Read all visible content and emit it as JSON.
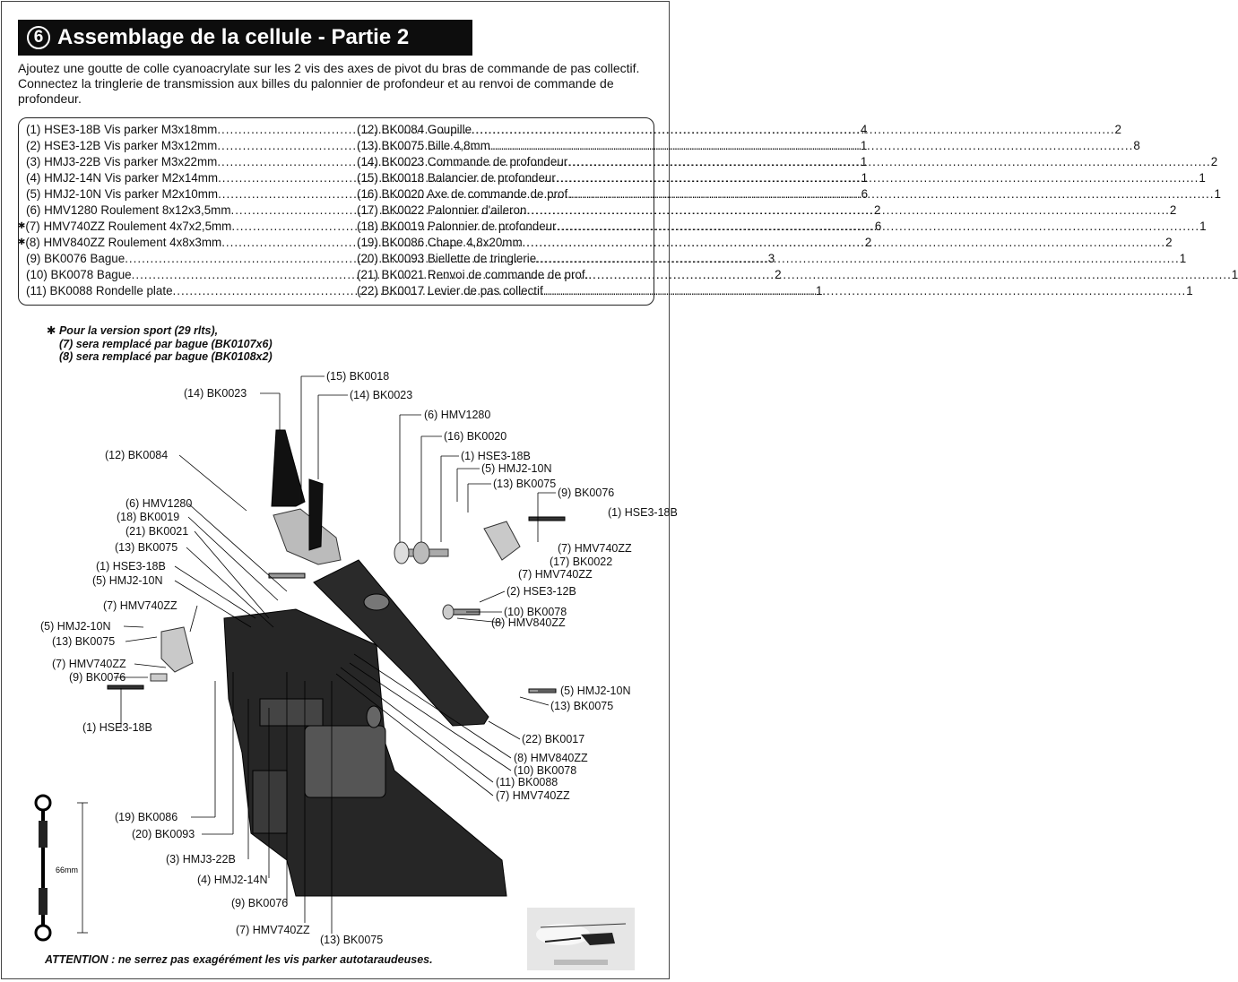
{
  "header": {
    "number": "6",
    "title": "Assemblage de la cellule - Partie 2"
  },
  "intro": "Ajoutez une goutte de colle cyanoacrylate sur les 2 vis des axes de pivot du bras de commande de pas collectif. Connectez la tringlerie de transmission aux billes du palonnier de profondeur et au renvoi de commande de profondeur.",
  "parts_left": [
    {
      "label": "(1) HSE3-18B Vis parker M3x18mm",
      "qty": "4",
      "star": false
    },
    {
      "label": "(2) HSE3-12B Vis parker M3x12mm",
      "qty": "1",
      "star": false
    },
    {
      "label": "(3) HMJ3-22B Vis parker M3x22mm",
      "qty": "1",
      "star": false
    },
    {
      "label": "(4) HMJ2-14N Vis parker M2x14mm",
      "qty": "1",
      "star": false
    },
    {
      "label": "(5) HMJ2-10N Vis parker M2x10mm",
      "qty": "6",
      "star": false
    },
    {
      "label": "(6) HMV1280 Roulement 8x12x3,5mm",
      "qty": "2",
      "star": false
    },
    {
      "label": "(7) HMV740ZZ Roulement 4x7x2,5mm",
      "qty": "6",
      "star": true
    },
    {
      "label": "(8) HMV840ZZ Roulement 4x8x3mm",
      "qty": "2",
      "star": true
    },
    {
      "label": "(9) BK0076 Bague",
      "qty": "3",
      "star": false
    },
    {
      "label": "(10) BK0078 Bague",
      "qty": "2",
      "star": false
    },
    {
      "label": "(11) BK0088 Rondelle plate",
      "qty": "1",
      "star": false
    }
  ],
  "parts_right": [
    {
      "label": "(12) BK0084 Goupille",
      "qty": "2"
    },
    {
      "label": "(13) BK0075 Bille 4,8mm",
      "qty": "8"
    },
    {
      "label": "(14) BK0023 Commande de profondeur",
      "qty": "2"
    },
    {
      "label": "(15) BK0018 Balancier de profondeur",
      "qty": "1"
    },
    {
      "label": "(16) BK0020 Axe de commande de prof.",
      "qty": "1"
    },
    {
      "label": "(17) BK0022 Palonnier d'aileron",
      "qty": "2"
    },
    {
      "label": "(18) BK0019 Palonnier de profondeur",
      "qty": "1"
    },
    {
      "label": "(19) BK0086 Chape 4,8x20mm",
      "qty": "2"
    },
    {
      "label": "(20) BK0093 Biellette de tringlerie",
      "qty": "1"
    },
    {
      "label": "(21) BK0021 Renvoi de commande de prof.",
      "qty": "1"
    },
    {
      "label": "(22) BK0017 Levier de pas collectif",
      "qty": "1"
    }
  ],
  "note": {
    "line1": "Pour la version sport (29 rlts),",
    "line2": "(7) sera remplacé par bague (BK0107x6)",
    "line3": "(8) sera remplacé par bague (BK0108x2)"
  },
  "callouts": [
    "(14) BK0023",
    "(15) BK0018",
    "(14) BK0023",
    "(12) BK0084",
    "(6) HMV1280",
    "(18) BK0019",
    "(21) BK0021",
    "(13) BK0075",
    "(1) HSE3-18B",
    "(5) HMJ2-10N",
    "(7) HMV740ZZ",
    "(5) HMJ2-10N",
    "(13) BK0075",
    "(7) HMV740ZZ",
    "(9) BK0076",
    "(1) HSE3-18B",
    "(6) HMV1280",
    "(16) BK0020",
    "(1) HSE3-18B",
    "(5) HMJ2-10N",
    "(13) BK0075",
    "(9) BK0076",
    "(1) HSE3-18B",
    "(7) HMV740ZZ",
    "(17) BK0022",
    "(7) HMV740ZZ",
    "(2) HSE3-12B",
    "(10) BK0078",
    "(8) HMV840ZZ",
    "(5) HMJ2-10N",
    "(13) BK0075",
    "(22) BK0017",
    "(8) HMV840ZZ",
    "(10) BK0078",
    "(11) BK0088",
    "(7) HMV740ZZ",
    "(19) BK0086",
    "(20) BK0093",
    "(3) HMJ3-22B",
    "(4) HMJ2-14N",
    "(9) BK0076",
    "(7) HMV740ZZ",
    "(13) BK0075"
  ],
  "rod_dimension": "66mm",
  "attention": "ATTENTION : ne serrez pas exagérément les vis parker autotaraudeuses."
}
